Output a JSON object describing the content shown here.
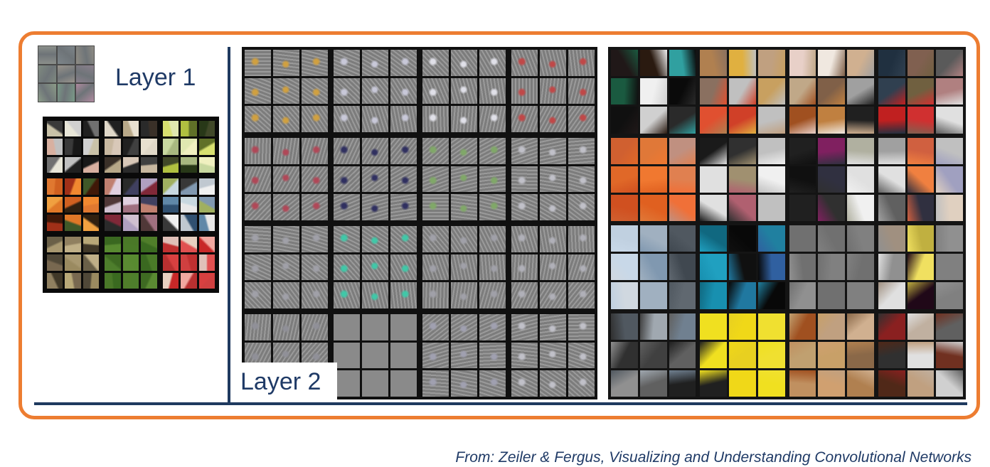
{
  "labels": {
    "layer1": "Layer 1",
    "layer2": "Layer 2"
  },
  "citation": "From: Zeiler & Fergus, Visualizing and Understanding Convolutional Networks",
  "colors": {
    "frame": "#ED7D31",
    "divider": "#1F3A5F",
    "label_text": "#1f3a66",
    "filter_gray": "#8a8a8a"
  },
  "layer1_filter_colors": [
    "#8b8f8a",
    "#7d858a",
    "#8f8c84",
    "#7f8a80",
    "#9a948c",
    "#8a7f8c",
    "#8c9c88",
    "#7a9a88",
    "#b08aa0"
  ],
  "layer1_patch_groups": [
    [
      "#c9c2a8",
      "#e8e6d8",
      "#202020",
      "#d8b0a0",
      "#3a3a3a",
      "#d0d0d0",
      "#707070",
      "#c0c0c0",
      "#181818"
    ],
    [
      "#e0d8c8",
      "#b8a888",
      "#2a2a2a",
      "#c8b8a0",
      "#202020",
      "#e8e0d0",
      "#3a3028",
      "#d8c8b8",
      "#404040"
    ],
    [
      "#d8e070",
      "#b0c040",
      "#283818",
      "#c8d8a0",
      "#e0e8b0",
      "#607028",
      "#404828",
      "#a8b880",
      "#f0f0c0"
    ],
    [
      "#e07830",
      "#a03018",
      "#405828",
      "#f0a040",
      "#d06020",
      "#f08830",
      "#401808",
      "#e07828",
      "#302010"
    ],
    [
      "#c08070",
      "#2a2a2a",
      "#b0a0c0",
      "#503838",
      "#e0d0e0",
      "#404060",
      "#802838",
      "#d0c0d0",
      "#a07080"
    ],
    [
      "#a0b060",
      "#383838",
      "#c0c8d0",
      "#6088a8",
      "#c8d8e0",
      "#8098b0",
      "#f0f0f0",
      "#305070",
      "#e8e8e8"
    ],
    [
      "#6a6048",
      "#908060",
      "#b8a878",
      "#504838",
      "#a89870",
      "#c0b088",
      "#403828",
      "#786850",
      "#9a8a60"
    ],
    [
      "#3a6820",
      "#4a7828",
      "#507e2a",
      "#3e6a22",
      "#588a30",
      "#4a7a28",
      "#3a6a20",
      "#4e7e2c",
      "#5a8a32"
    ],
    [
      "#e0c0b8",
      "#e8d0c0",
      "#f0a8a0",
      "#d84040",
      "#c03030",
      "#e05050",
      "#c82828",
      "#b83030",
      "#d04040"
    ]
  ],
  "layer2_filter_groups": [
    {
      "accent": "#d0a040"
    },
    {
      "accent": "#c8c8d8"
    },
    {
      "accent": "#e0e0e8"
    },
    {
      "accent": "#c04848"
    },
    {
      "accent": "#b04858"
    },
    {
      "accent": "#303060"
    },
    {
      "accent": "#80a868"
    },
    {
      "accent": "#c0c0c8"
    },
    {
      "accent": "#a0a0a8"
    },
    {
      "accent": "#40c8a8"
    },
    {
      "accent": "#a0a0a8"
    },
    {
      "accent": "#b0b0b8"
    },
    {
      "accent": "#909098"
    },
    {
      "accent": "#8a8a8a"
    },
    {
      "accent": "#a0a0b0"
    },
    {
      "accent": "#c0c0c8"
    }
  ],
  "layer2_patch_groups": [
    [
      "#201818",
      "#2a1a10",
      "#30a0a0",
      "#1a5a40",
      "#f0f0f0",
      "#0a0a0a",
      "#101010",
      "#d0d0d0",
      "#2a2a2a"
    ],
    [
      "#b08050",
      "#e0b040",
      "#c0a080",
      "#8a7060",
      "#c0c0c0",
      "#c8a060",
      "#e05030",
      "#d04028",
      "#c0c0c0"
    ],
    [
      "#e8d0c8",
      "#f0e8e0",
      "#d0b090",
      "#c0a888",
      "#806048",
      "#a0a0a0",
      "#a05020",
      "#c08040",
      "#202020"
    ],
    [
      "#203040",
      "#806050",
      "#5a5a5a",
      "#304050",
      "#706040",
      "#b08080",
      "#c02020",
      "#d03030",
      "#e0e0e0"
    ],
    [
      "#d06030",
      "#e07838",
      "#c09080",
      "#e06828",
      "#f07830",
      "#e08050",
      "#d05020",
      "#e06020",
      "#f07038"
    ],
    [
      "#1a1a1a",
      "#303030",
      "#c0c0c0",
      "#e0e0e0",
      "#a09070",
      "#f0f0f0",
      "#e0e0e0",
      "#b06070",
      "#c0c0c0"
    ],
    [
      "#202020",
      "#802060",
      "#b0b0a0",
      "#101010",
      "#303040",
      "#e0e0e0",
      "#202020",
      "#303030",
      "#f0f0f0"
    ],
    [
      "#a0a0a0",
      "#d06040",
      "#c0c0c0",
      "#e0e0e0",
      "#f08040",
      "#a0a0c0",
      "#606060",
      "#303040",
      "#e0d0c0"
    ],
    [
      "#c0d0e0",
      "#a0b0c0",
      "#505860",
      "#c8d8e8",
      "#8098b0",
      "#404850",
      "#d0d8e0",
      "#a0b0c0",
      "#606870"
    ],
    [
      "#106880",
      "#080808",
      "#2080a0",
      "#20a0c0",
      "#101010",
      "#3060a0",
      "#1890b0",
      "#2078a0",
      "#080808"
    ],
    [
      "#707070",
      "#707070",
      "#808080",
      "#707070",
      "#808080",
      "#707070",
      "#909090",
      "#707070",
      "#808080"
    ],
    [
      "#a09080",
      "#c0b040",
      "#909090",
      "#909090",
      "#f0e060",
      "#808080",
      "#e0e0e0",
      "#200818",
      "#808080"
    ],
    [
      "#505860",
      "#a0a8b0",
      "#708090",
      "#303030",
      "#404040",
      "#606060",
      "#909090",
      "#606060",
      "#202020"
    ],
    [
      "#f0e020",
      "#f0d818",
      "#f0e030",
      "#f0e020",
      "#e8d020",
      "#f0e030",
      "#202020",
      "#f0d818",
      "#f0e020"
    ],
    [
      "#a05020",
      "#c0a080",
      "#d0b090",
      "#c0a070",
      "#c8a068",
      "#8a6848",
      "#c09060",
      "#d0a070",
      "#b08050"
    ],
    [
      "#8a2020",
      "#c0b0a0",
      "#606060",
      "#303030",
      "#e0e0e0",
      "#703020",
      "#502818",
      "#c0a080",
      "#d0d0d0"
    ]
  ]
}
